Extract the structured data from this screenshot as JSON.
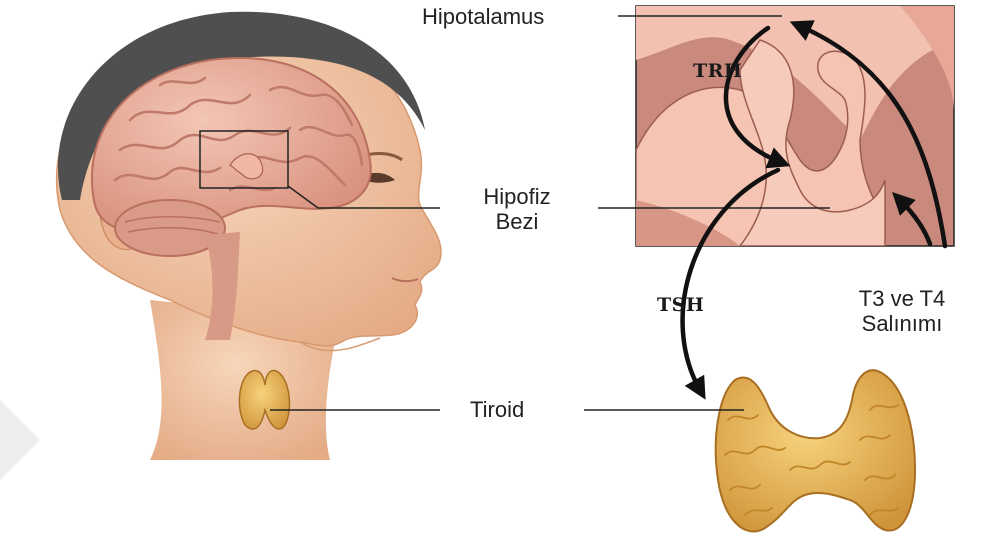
{
  "labels": {
    "hypothalamus": "Hipotalamus",
    "pituitary_line1": "Hipofiz",
    "pituitary_line2": "Bezi",
    "thyroid": "Tiroid",
    "release_line1": "T3 ve T4",
    "release_line2": "Salınımı"
  },
  "hormones": {
    "trh": "TRH",
    "tsh": "TSH"
  },
  "colors": {
    "skin": "#f3c9a6",
    "skin_shadow": "#e2a884",
    "hair": "#4a4a4a",
    "brain": "#eab3a0",
    "brain_fold": "#c98474",
    "inset_bg": "#c98a7d",
    "inset_tissue": "#f6c6b5",
    "gland": "#e6b04a",
    "gland_dark": "#c08528",
    "arrow": "#111111"
  }
}
